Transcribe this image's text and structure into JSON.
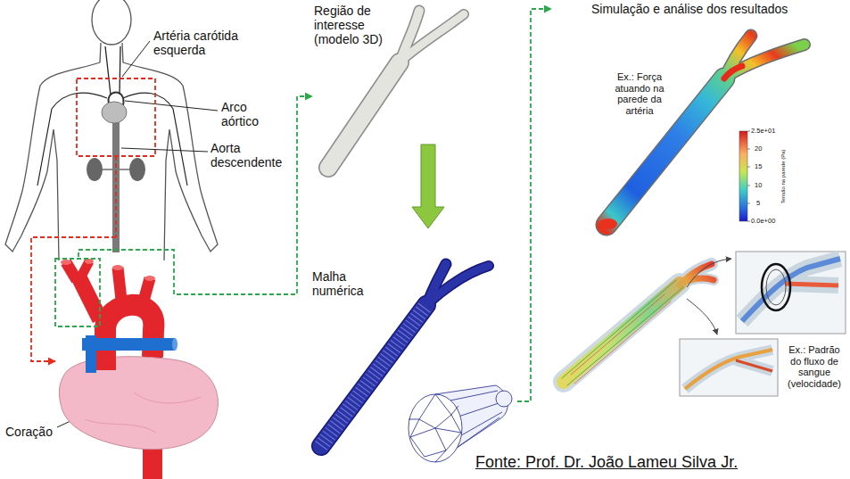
{
  "diagram": {
    "caption": "Fonte: Prof. Dr. João Lameu Silva Jr.",
    "nodes": [
      {
        "text": [
          "Artéria carótida esquerda",
          "Arco aórtico",
          "Aorta descendente"
        ]
      },
      {
        "text": [
          "Coração"
        ]
      },
      {
        "text": [
          "Região de interesse (modelo 3D)"
        ]
      },
      {
        "text": [
          "Malha numérica"
        ]
      },
      {
        "text": [
          "Simulação e análise dos resultados"
        ]
      },
      {
        "text": [
          "Ex.: Força atuando na parede da artéria"
        ],
        "in": 4
      },
      {
        "text": [
          "Ex.: Padrão do fluxo de sangue (velocidade)"
        ],
        "in": 4
      }
    ],
    "edges": [
      {
        "from": 0,
        "to": 1,
        "arrow": "to"
      },
      {
        "from": 1,
        "to": 2,
        "arrow": "to"
      },
      {
        "from": 2,
        "to": 3,
        "arrow": "to"
      },
      {
        "from": 3,
        "to": 4,
        "arrow": "to"
      }
    ],
    "labels": [
      "2.5e+01",
      "20",
      "15",
      "10",
      "5",
      "0.0e+00",
      "Tensão na parede (Pa)"
    ]
  }
}
